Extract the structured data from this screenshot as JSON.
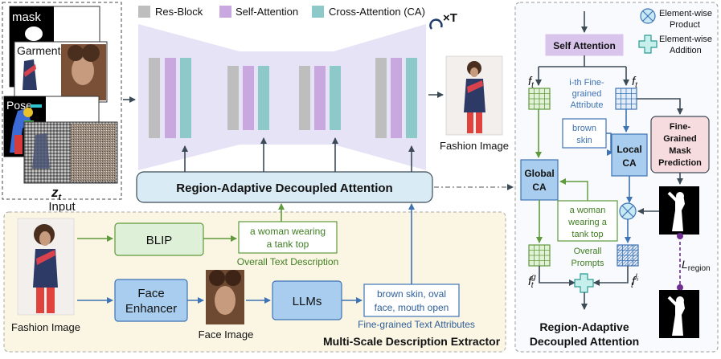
{
  "input": {
    "labels": {
      "mask": "mask",
      "garment": "Garment",
      "pose": "Pose"
    },
    "latent": {
      "symbol": "z",
      "subscript": "t"
    },
    "caption": "Input"
  },
  "legend": {
    "res_block": "Res-Block",
    "self_attention": "Self-Attention",
    "cross_attention": "Cross-Attention (CA)",
    "repeat_symbol": "×T"
  },
  "output_caption": "Fashion Image",
  "rada_bar": "Region-Adaptive Decoupled Attention",
  "extractor": {
    "input_caption": "Fashion Image",
    "blip": "BLIP",
    "overall_text": [
      "a woman wearing",
      "a tank top"
    ],
    "overall_caption": "Overall Text Description",
    "face_enhancer": [
      "Face",
      "Enhancer"
    ],
    "face_image_caption": "Face Image",
    "llms": "LLMs",
    "fine_text": [
      "brown skin, oval",
      "face, mouth open"
    ],
    "fine_caption": "Fine-grained Text Attributes",
    "title": "Multi-Scale Description Extractor"
  },
  "detail": {
    "legend_product": [
      "Element-wise",
      "Product"
    ],
    "legend_addition": [
      "Element-wise",
      "Addition"
    ],
    "self_attention": "Self Attention",
    "f_left": {
      "symbol": "f",
      "subscript": "t"
    },
    "f_right": {
      "symbol": "f",
      "subscript": "t"
    },
    "fine_attr_caption": [
      "i-th Fine-",
      "grained",
      "Attribute"
    ],
    "brown_skin": [
      "brown",
      "skin"
    ],
    "local_ca": [
      "Local",
      "CA"
    ],
    "global_ca": [
      "Global",
      "CA"
    ],
    "mask_prediction": [
      "Fine-",
      "Grained",
      "Mask",
      "Prediction"
    ],
    "woman_text": [
      "a woman",
      "wearing a",
      "tank top"
    ],
    "overall_prompts": [
      "Overall",
      "Prompts"
    ],
    "f_g": {
      "symbol": "f",
      "subscript": "t",
      "superscript": "g"
    },
    "f_l": {
      "symbol": "f",
      "subscript": "t",
      "superscript": "l",
      "superscript_sub": "i"
    },
    "loss": {
      "symbol": "L",
      "subscript": "region"
    },
    "title": [
      "Region-Adaptive",
      "Decoupled Attention"
    ]
  },
  "colors": {
    "res_block": "#bebebe",
    "self_attention": "#c8a8de",
    "cross_attention": "#8cc9c8",
    "unet_background": "#e6e3f6",
    "extractor_background": "#fbf6e3",
    "rada_bar_fill": "#d9ecf6",
    "blip_fill": "#dff0d8",
    "green_border": "#5f9a3c",
    "blue_fill": "#a9cdee",
    "blue_border": "#3e73b4",
    "mask_pred_fill": "#f7dcdf",
    "loss_line": "#6f2c91"
  }
}
